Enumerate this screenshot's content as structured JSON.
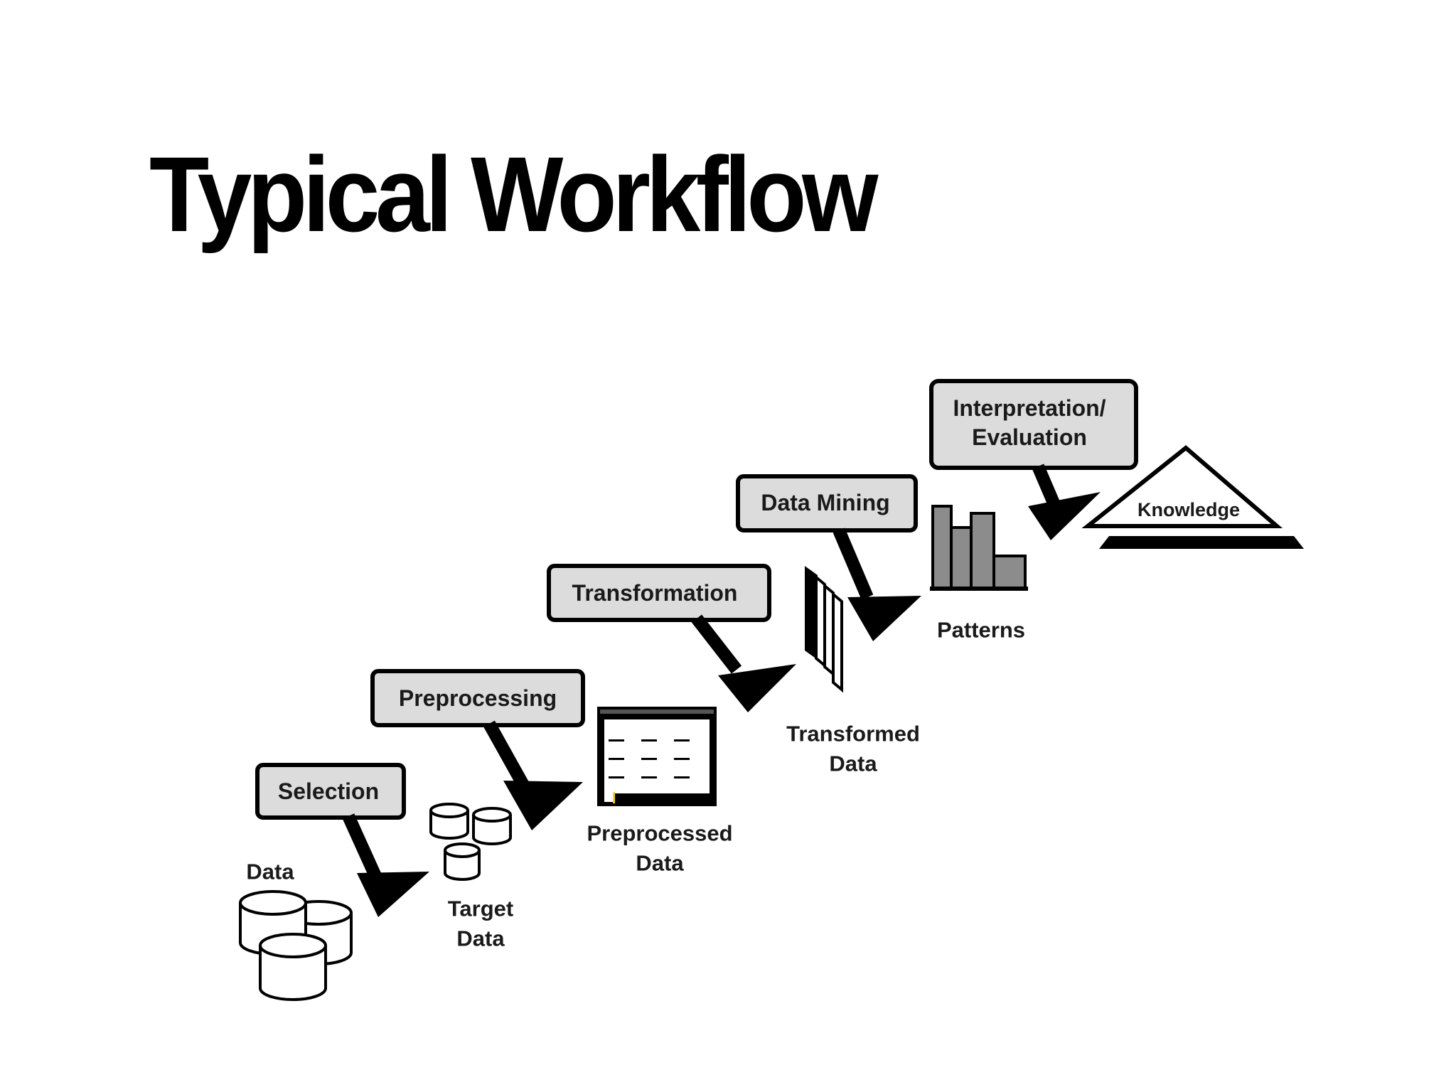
{
  "title": "Typical Workflow",
  "colors": {
    "background": "#ffffff",
    "ink": "#000000",
    "box_fill": "#dcdcdc",
    "bar_fill": "#8c8c8c",
    "highlight": "#ffd400"
  },
  "steps": [
    {
      "id": "selection",
      "lines": [
        "Selection"
      ]
    },
    {
      "id": "preprocessing",
      "lines": [
        "Preprocessing"
      ]
    },
    {
      "id": "transformation",
      "lines": [
        "Transformation"
      ]
    },
    {
      "id": "data-mining",
      "lines": [
        "Data Mining"
      ]
    },
    {
      "id": "interpretation",
      "lines": [
        "Interpretation/",
        "Evaluation"
      ]
    }
  ],
  "items": [
    {
      "id": "data",
      "icon": "database-cylinders-icon",
      "lines": [
        "Data"
      ]
    },
    {
      "id": "target-data",
      "icon": "small-cylinders-icon",
      "lines": [
        "Target",
        "Data"
      ]
    },
    {
      "id": "preprocessed-data",
      "icon": "table-window-icon",
      "lines": [
        "Preprocessed",
        "Data"
      ]
    },
    {
      "id": "transformed-data",
      "icon": "stacked-sheets-icon",
      "lines": [
        "Transformed",
        "Data"
      ]
    },
    {
      "id": "patterns",
      "icon": "bar-chart-icon",
      "lines": [
        "Patterns"
      ]
    },
    {
      "id": "knowledge",
      "icon": "knowledge-pyramid-icon",
      "lines": [
        "Knowledge"
      ]
    }
  ]
}
